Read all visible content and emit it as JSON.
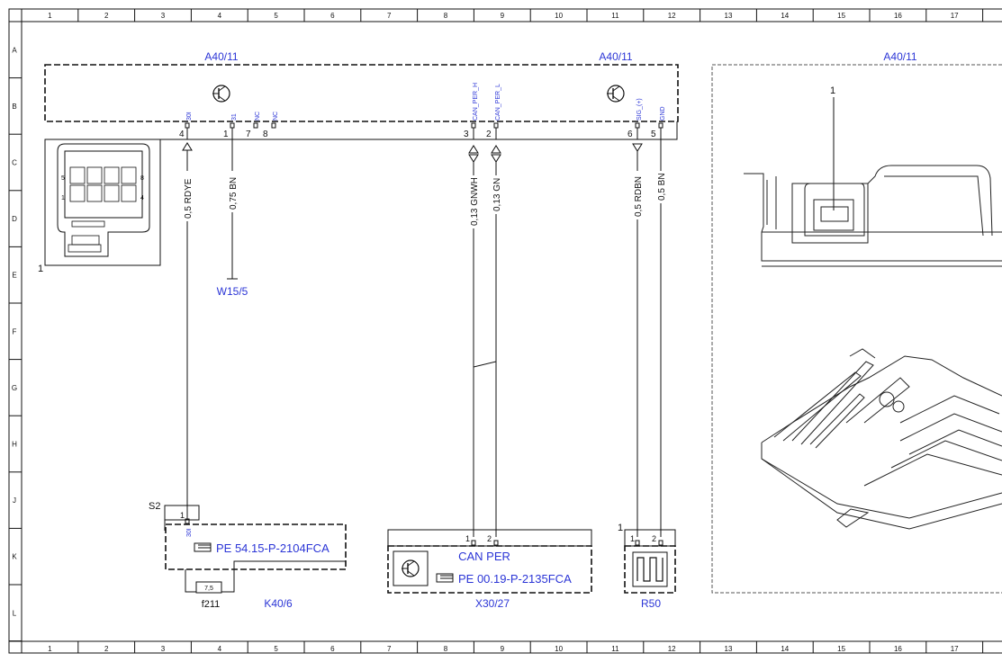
{
  "grid": {
    "columns": [
      "1",
      "2",
      "3",
      "4",
      "5",
      "6",
      "7",
      "8",
      "9",
      "10",
      "11",
      "12",
      "13",
      "14",
      "15",
      "16",
      "17"
    ],
    "rows": [
      "A",
      "B",
      "C",
      "D",
      "E",
      "F",
      "G",
      "H",
      "J",
      "K",
      "L"
    ]
  },
  "colors": {
    "blue": "#2b35d6",
    "black": "#111111"
  },
  "components": {
    "left_module": "A40/11",
    "mid_module": "A40/11",
    "right_module": "A40/11",
    "left_connector_callout": "1",
    "right_callout": "1",
    "fuse_block": "K40/6",
    "fuse": "f211",
    "fuse_rating": "7,5",
    "splice": "S2",
    "ground": "W15/5",
    "can_connector": "X30/27",
    "sensor": "R50",
    "sensor_callout": "1"
  },
  "pins": {
    "p4_label": "30I",
    "p4_num": "4",
    "p1_label": "31",
    "p1_num": "1",
    "p7_label": "NC",
    "p7_num": "7",
    "p8_label": "NC",
    "p8_num": "8",
    "p3_label": "CAN_PER_H",
    "p3_num": "3",
    "p2_label": "CAN_PER_L",
    "p2_num": "2",
    "p6_label": "SIG_(+)",
    "p6_num": "6",
    "p5_label": "GND",
    "p5_num": "5"
  },
  "connector_face": {
    "left_pin": "5",
    "right_pin": "8",
    "left_pin_b": "1",
    "right_pin_b": "4"
  },
  "wires": {
    "w_rdye": "0,5 RDYE",
    "w_bn1": "0,75 BN",
    "w_gnwh": "0,13 GNWH",
    "w_gn": "0,13 GN",
    "w_rdbn": "0,5 RDBN",
    "w_bn2": "0,5 BN"
  },
  "bottom": {
    "k40_pin_num": "1",
    "k40_pin_label": "30I",
    "k40_ref": "PE 54.15-P-2104FCA",
    "can_pin1": "1",
    "can_pin2": "2",
    "can_title": "CAN PER",
    "can_ref": "PE 00.19-P-2135FCA",
    "r50_pin1": "1",
    "r50_pin2": "2"
  }
}
